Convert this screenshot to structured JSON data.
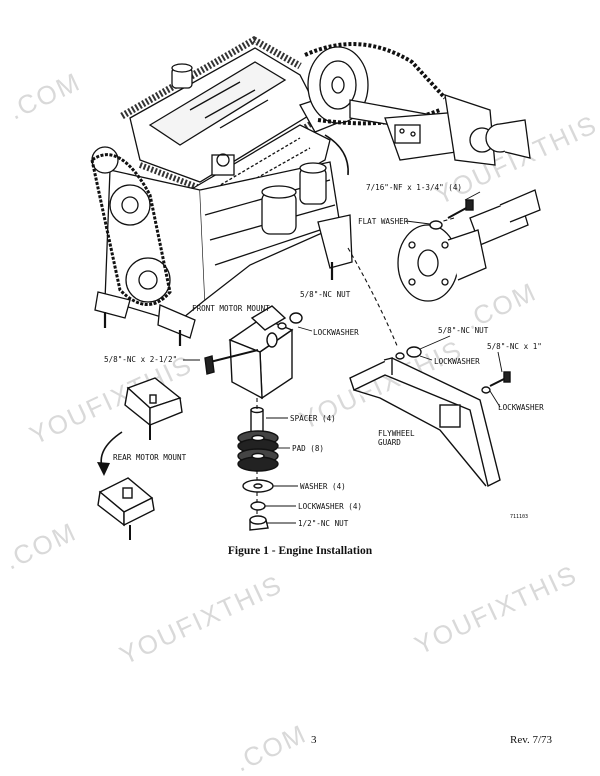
{
  "figure": {
    "caption": "Figure 1 - Engine Installation",
    "drawing_number": "711103",
    "labels": {
      "bolt_7_16": "7/16\"-NF x 1-3/4\" (4)",
      "flat_washer": "FLAT WASHER",
      "front_motor_mount": "FRONT MOTOR MOUNT",
      "nut_5_8_top": "5/8\"-NC NUT",
      "lockwasher_top": "LOCKWASHER",
      "bolt_5_8_x_2_5": "5/8\"-NC x 2-1/2\"",
      "rear_motor_mount": "REAR MOTOR MOUNT",
      "spacer": "SPACER (4)",
      "pad": "PAD (8)",
      "washer": "WASHER (4)",
      "lockwasher_4": "LOCKWASHER (4)",
      "nut_1_2": "1/2\"-NC NUT",
      "nut_5_8_right": "5/8\"-NC NUT",
      "lockwasher_mid": "LOCKWASHER",
      "bolt_5_8_x_1": "5/8\"-NC x 1\"",
      "lockwasher_right": "LOCKWASHER",
      "flywheel_guard": "FLYWHEEL",
      "flywheel_guard_2": "GUARD"
    }
  },
  "watermark": {
    "text_com": ".COM",
    "text_brand": "YOUFIXTHIS",
    "text_brand_partial": "YOUFIXTHIS"
  },
  "footer": {
    "page_number": "3",
    "revision": "Rev. 7/73"
  }
}
